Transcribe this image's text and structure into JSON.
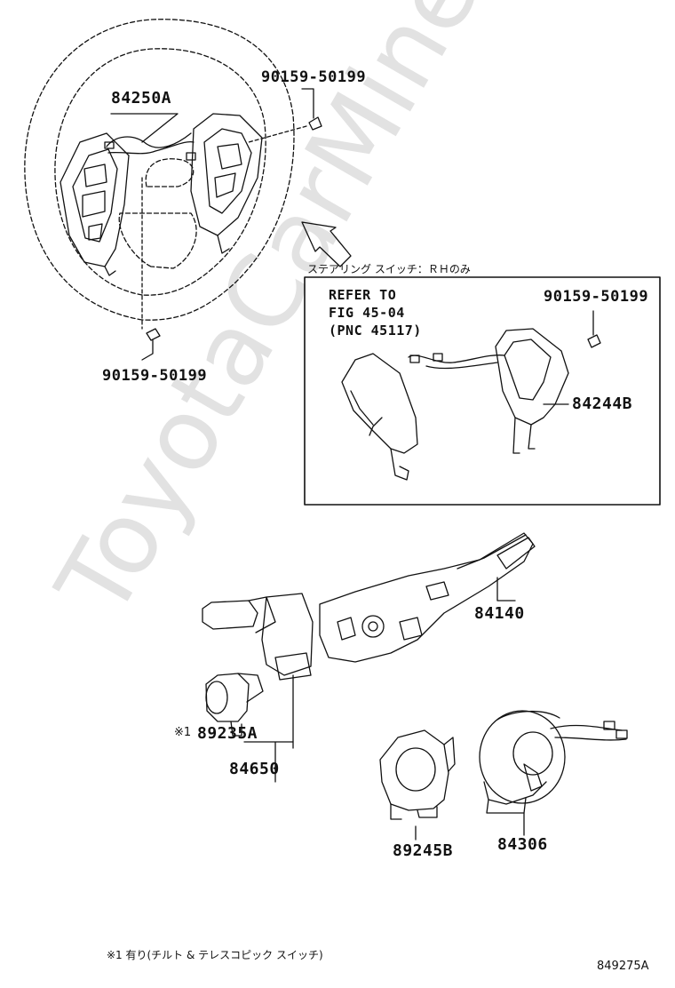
{
  "watermark": "ToyotaCarMine.ru",
  "labels": {
    "p84250a": "84250A",
    "bolt_top": "90159-50199",
    "bolt_left": "90159-50199",
    "bolt_inset": "90159-50199",
    "p84244b": "84244B",
    "p84140": "84140",
    "p89235a": "89235A",
    "p89235a_mark": "※1",
    "p84650": "84650",
    "p89245b": "89245B",
    "p84306": "84306"
  },
  "inset": {
    "caption": "ステアリング スイッチ：ＲＨのみ",
    "refer_line1": "REFER TO",
    "refer_line2": "FIG 45-04",
    "refer_line3": "(PNC 45117)"
  },
  "footnote": "※1 有り(チルト & テレスコピック スイッチ)",
  "figure_id": "849275A"
}
